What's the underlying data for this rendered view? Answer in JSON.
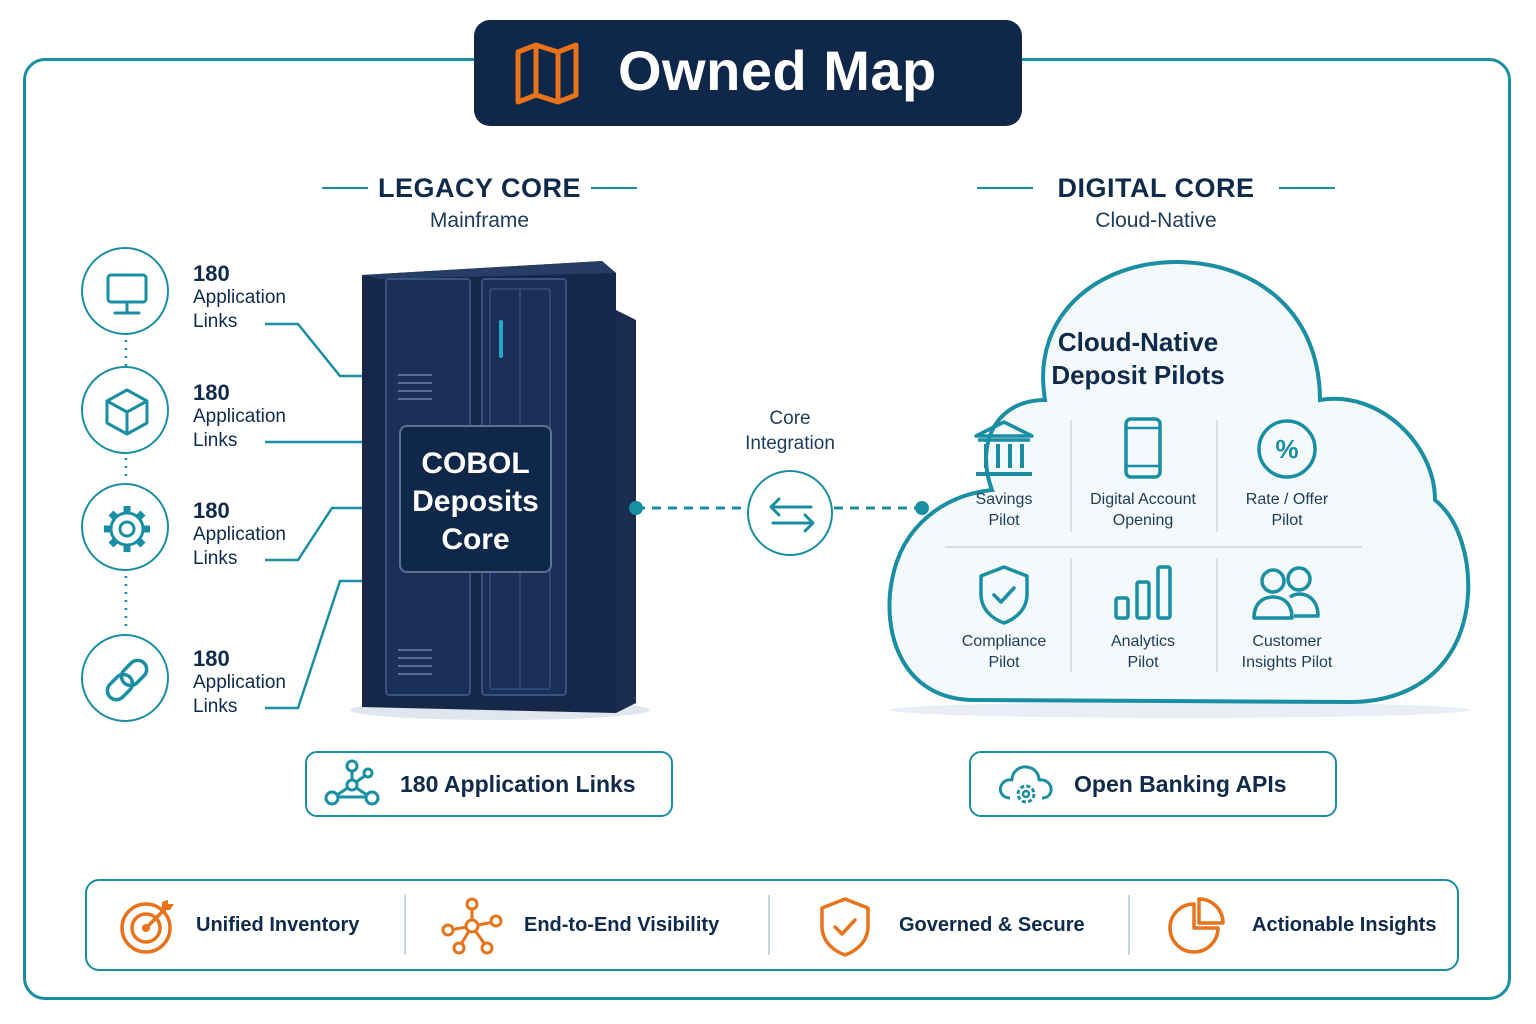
{
  "header": {
    "title": "Owned Map",
    "icon": "map-icon"
  },
  "legacy": {
    "title": "LEGACY CORE",
    "subtitle": "Mainframe",
    "links": [
      {
        "icon": "monitor-icon",
        "count": "180",
        "line1": "Application",
        "line2": "Links"
      },
      {
        "icon": "cube-icon",
        "count": "180",
        "line1": "Application",
        "line2": "Links"
      },
      {
        "icon": "gear-icon",
        "count": "180",
        "line1": "Application",
        "line2": "Links"
      },
      {
        "icon": "link-icon",
        "count": "180",
        "line1": "Application",
        "line2": "Links"
      }
    ],
    "mainframe_label": [
      "COBOL",
      "Deposits",
      "Core"
    ],
    "summary_pill": {
      "icon": "network-nodes-icon",
      "label": "180 Application Links"
    }
  },
  "integration": {
    "line1": "Core",
    "line2": "Integration",
    "icon": "swap-arrows-icon"
  },
  "digital": {
    "title": "DIGITAL CORE",
    "subtitle": "Cloud-Native",
    "cloud_title": [
      "Cloud-Native",
      "Deposit Pilots"
    ],
    "pilots": [
      {
        "icon": "bank-icon",
        "line1": "Savings",
        "line2": "Pilot"
      },
      {
        "icon": "smartphone-icon",
        "line1": "Digital Account",
        "line2": "Opening"
      },
      {
        "icon": "percent-icon",
        "line1": "Rate / Offer",
        "line2": "Pilot"
      },
      {
        "icon": "shield-check-icon",
        "line1": "Compliance",
        "line2": "Pilot"
      },
      {
        "icon": "bar-chart-icon",
        "line1": "Analytics",
        "line2": "Pilot"
      },
      {
        "icon": "users-icon",
        "line1": "Customer",
        "line2": "Insights Pilot"
      }
    ],
    "summary_pill": {
      "icon": "cloud-gear-icon",
      "label": "Open Banking APIs"
    }
  },
  "features": [
    {
      "icon": "target-icon",
      "label": "Unified Inventory"
    },
    {
      "icon": "hub-nodes-icon",
      "label": "End-to-End Visibility"
    },
    {
      "icon": "shield-check-icon",
      "label": "Governed & Secure"
    },
    {
      "icon": "pie-chart-icon",
      "label": "Actionable Insights"
    }
  ],
  "colors": {
    "navy": "#0f2748",
    "teal": "#1a8ea3",
    "orange": "#e8731a",
    "cloud_fill": "#f4f9fc"
  }
}
